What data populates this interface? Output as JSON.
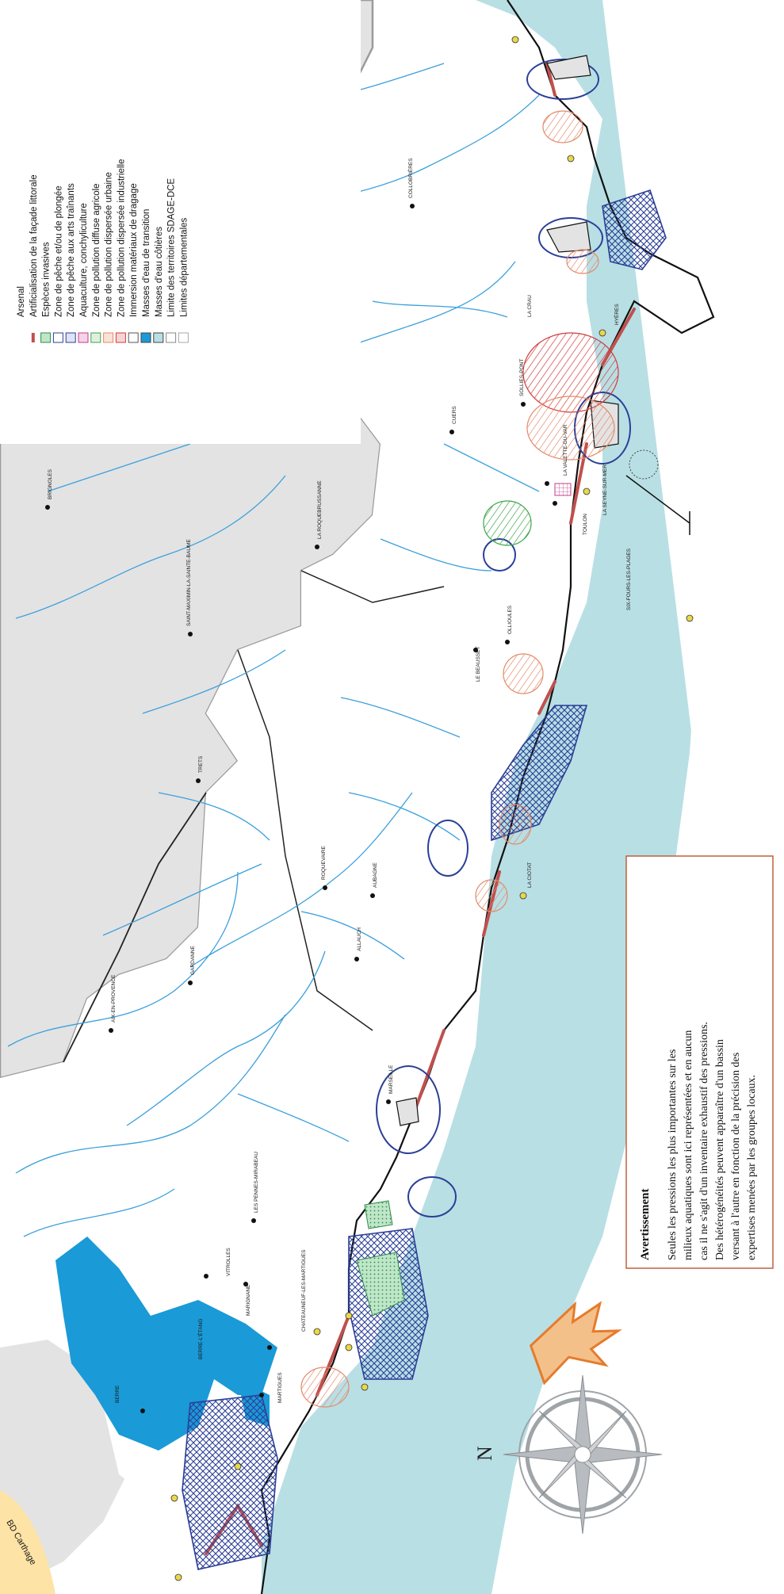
{
  "title_partial": "tantes",
  "credit_partial": "BD Carthage",
  "north_label": "N",
  "legend": {
    "items": [
      {
        "label": "Arsenal",
        "symbol": "arsenal-icon"
      },
      {
        "label": "Artificialisation de la façade littorale",
        "symbol": "red-line"
      },
      {
        "label": "Espèces invasives",
        "symbol": "green-dotted"
      },
      {
        "label": "Zone de pêche et/ou de plongée",
        "symbol": "blue-outline"
      },
      {
        "label": "Zone de pêche aux arts traînants",
        "symbol": "blue-crosshatch"
      },
      {
        "label": "Aquaculture, conchyliculture",
        "symbol": "pink-grid"
      },
      {
        "label": "Zone de pollution diffuse agricole",
        "symbol": "green-hatch"
      },
      {
        "label": "Zone de pollution dispersée urbaine",
        "symbol": "orange-hatch"
      },
      {
        "label": "Zone de pollution dispersée industrielle",
        "symbol": "red-hatch"
      },
      {
        "label": "Immersion matériaux de dragage",
        "symbol": "dots-dashed"
      },
      {
        "label": "Masses d'eau de transition",
        "symbol": "blue-fill"
      },
      {
        "label": "Masses d'eau côtières",
        "symbol": "light-blue-fill"
      },
      {
        "label": "Limite des territoires SDAGE-DCE",
        "symbol": "grey-box"
      },
      {
        "label": "Limites départementales",
        "symbol": "thin-box"
      }
    ]
  },
  "warning": {
    "title": "Avertissement",
    "lines": [
      "Seules les pressions les plus importantes sur les",
      "milieux aquatiques sont ici représentées et en aucun",
      "cas il ne s'agit d'un inventaire exhaustif des pressions.",
      "Des hétérogénéités peuvent apparaître d'un bassin",
      "versant à l'autre en fonction de la précision des",
      "expertises menées par les groupes locaux."
    ]
  },
  "towns": [
    "BERRE-L'ÉTANG",
    "MARIGNANE",
    "MARTIGUES",
    "VITROLLES",
    "CHATEAUNEUF-LES-MARTIGUES",
    "LES PENNES-MIRABEAU",
    "AIX-EN-PROVENCE",
    "GARDANNE",
    "TRETS",
    "ROQUEVAIRE",
    "AUBAGNE",
    "ALLAUCH",
    "MARSEILLE",
    "LA CIOTAT",
    "SAINT-MAXIMIN-LA-SAINTE-BAUME",
    "LA ROQUEBRUSSANNE",
    "BRIGNOLES",
    "CUERS",
    "SOLLIES-PONT",
    "LA VALETTE-DU-VAR",
    "TOULON",
    "LA SEYNE-SUR-MER",
    "SIX-FOURS-LES-PLAGES",
    "OLLIOULES",
    "LE BEAUSSET",
    "HYÈRES",
    "LA CRAU",
    "COLLOBRIÈRES",
    "BERRE"
  ],
  "colors": {
    "sea": "#b8dfe4",
    "lagoon": "#1a9ad7",
    "river": "#3aa0dd",
    "land_other": "#e3e3e3",
    "coast_artificial": "#c0504d",
    "fishing": "#2b3f97",
    "warning_border": "#c0603a",
    "compass": "#9fa4a8",
    "arrow": "#e57b2c"
  }
}
